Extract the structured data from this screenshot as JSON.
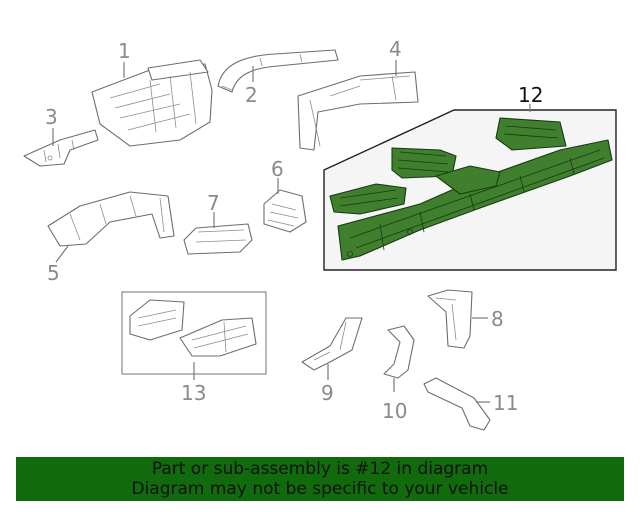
{
  "diagram": {
    "labels": {
      "p1": "1",
      "p2": "2",
      "p3": "3",
      "p4": "4",
      "p5": "5",
      "p6": "6",
      "p7": "7",
      "p8": "8",
      "p9": "9",
      "p10": "10",
      "p11": "11",
      "p12": "12",
      "p13": "13"
    },
    "highlight_color": "#3f7f2e"
  },
  "banner": {
    "line1": "Part or sub-assembly is #12 in diagram",
    "line2": "Diagram may not be specific to your vehicle",
    "background": "#116b0c"
  }
}
